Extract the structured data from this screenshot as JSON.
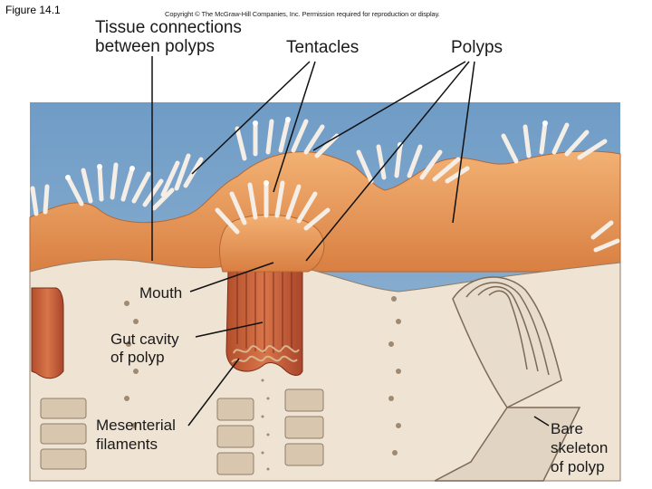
{
  "figure_label": "Figure 14.1",
  "copyright": "Copyright © The McGraw-Hill Companies, Inc. Permission required for reproduction or display.",
  "labels": {
    "tissue_line1": "Tissue connections",
    "tissue_line2": "between polyps",
    "tentacles": "Tentacles",
    "polyps": "Polyps",
    "mouth": "Mouth",
    "gut_line1": "Gut cavity",
    "gut_line2": "of polyp",
    "mes_line1": "Mesenterial",
    "mes_line2": "filaments",
    "bare_line1": "Bare",
    "bare_line2": "skeleton",
    "bare_line3": "of polyp"
  },
  "colors": {
    "water": "#7fa6c8",
    "tissue": "#e9a060",
    "tissue_dark": "#c86f35",
    "skeleton": "#efe3d4",
    "gut": "#c9603a",
    "tentacle": "#f6f1ea",
    "leader": "#111111"
  }
}
